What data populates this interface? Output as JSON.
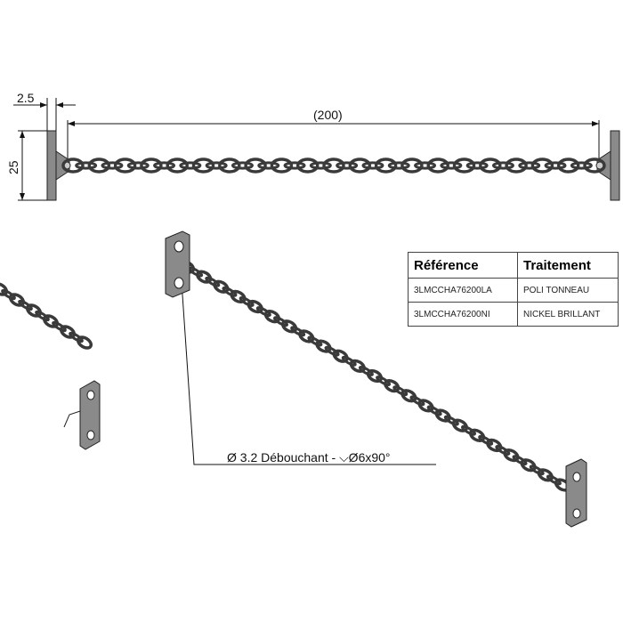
{
  "dimensions": {
    "plate_thickness": "2.5",
    "length": "(200)",
    "height": "25"
  },
  "table": {
    "headers": [
      "Référence",
      "Traitement"
    ],
    "rows": [
      [
        "3LMCCHA76200LA",
        "POLI TONNEAU"
      ],
      [
        "3LMCCHA76200NI",
        "NICKEL BRILLANT"
      ]
    ]
  },
  "hole_note": "Ø 3.2 Débouchant - ⌵Ø6x90°",
  "colors": {
    "chain": "#3a3a3a",
    "plate": "#8a8a8a",
    "line": "#222222"
  }
}
